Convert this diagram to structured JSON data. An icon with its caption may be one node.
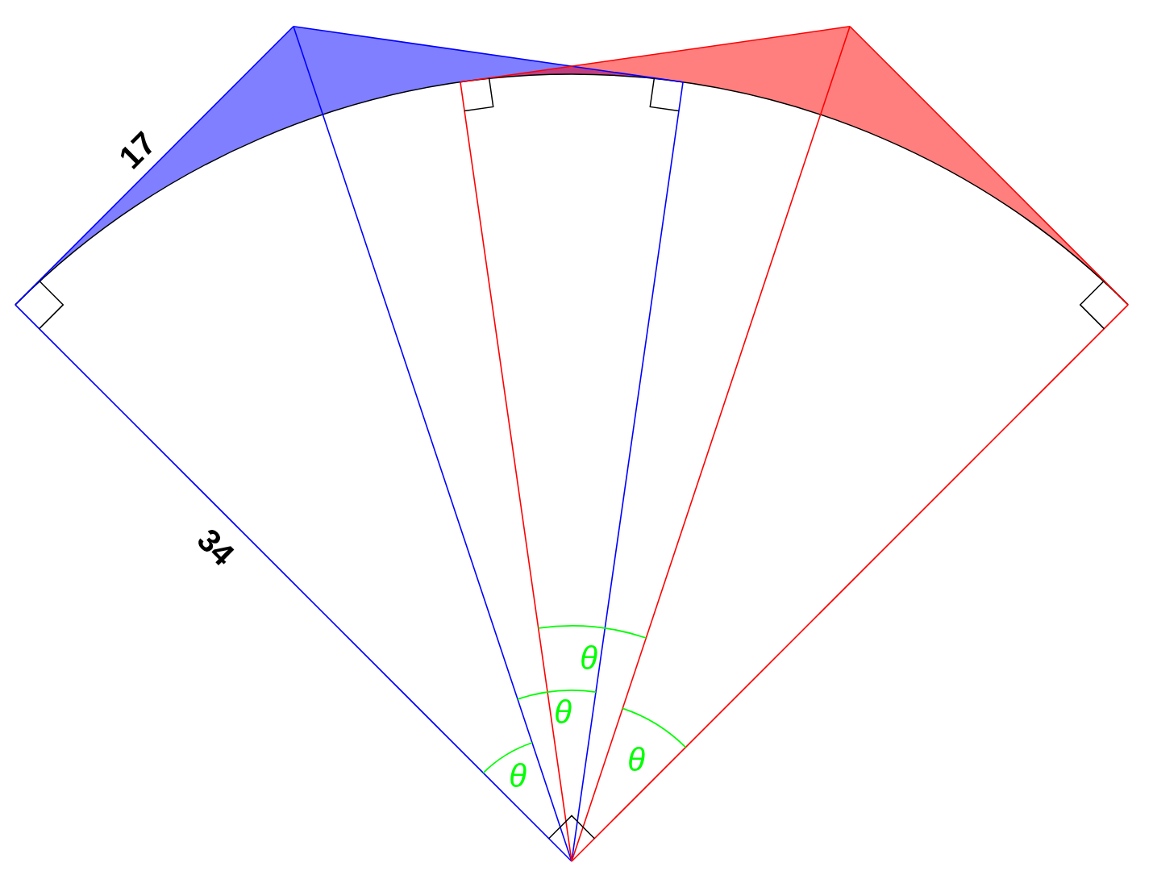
{
  "diagram": {
    "labels": [
      "17",
      "34",
      "θ",
      "θ",
      "θ",
      "θ"
    ]
  }
}
